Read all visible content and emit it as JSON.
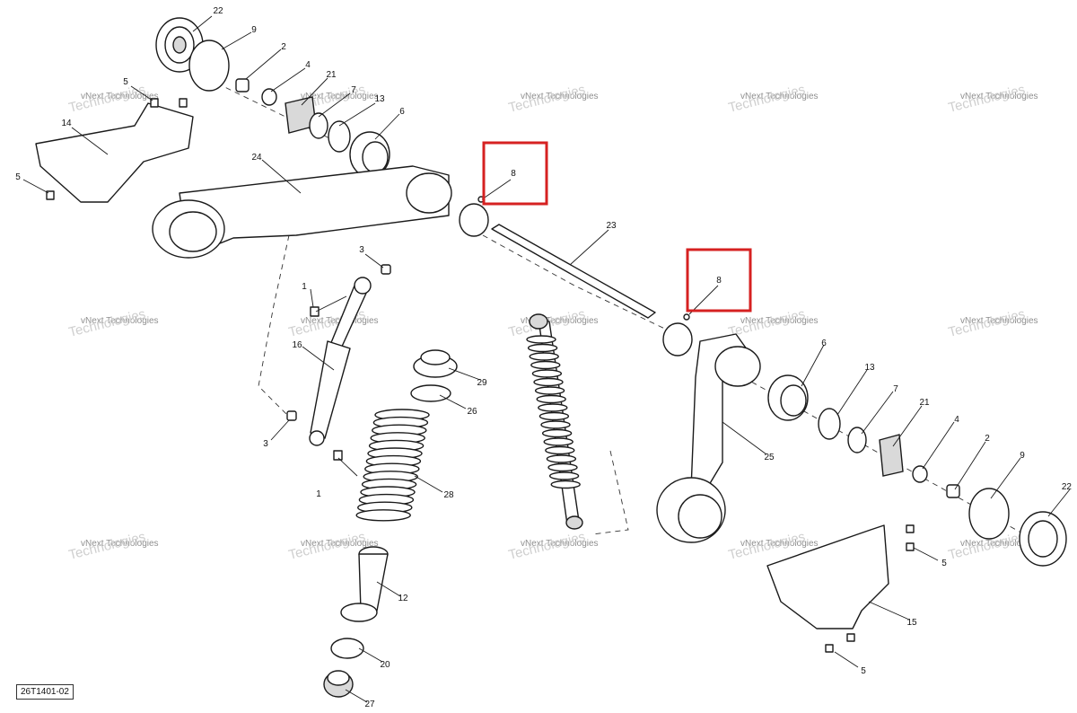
{
  "diagram": {
    "reference_code": "26T1401-02",
    "watermark": "vNext Technologies",
    "watermark_big": "Technologies",
    "highlight_color": "#d62121",
    "callouts": [
      "22",
      "9",
      "2",
      "4",
      "21",
      "7",
      "13",
      "6",
      "5",
      "14",
      "5",
      "24",
      "8",
      "23",
      "8",
      "3",
      "1",
      "16",
      "3",
      "1",
      "29",
      "26",
      "28",
      "12",
      "20",
      "27",
      "6",
      "13",
      "7",
      "21",
      "4",
      "2",
      "9",
      "22",
      "25",
      "5",
      "15",
      "5"
    ],
    "highlighted_callout": "8"
  }
}
